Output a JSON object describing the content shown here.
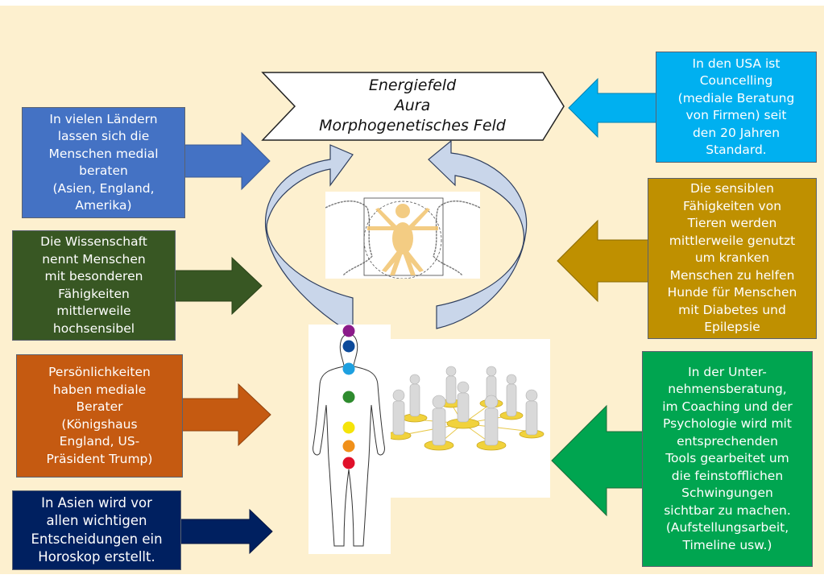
{
  "center": {
    "lines": [
      "Energiefeld",
      "Aura",
      "Morphogenetisches Feld"
    ],
    "fill": "#ffffff"
  },
  "left_boxes": [
    {
      "id": "countries",
      "text": "In vielen Ländern\nlassen sich die\nMenschen medial\nberaten\n(Asien, England,\nAmerika)",
      "color": "#4472c4",
      "direction": "right"
    },
    {
      "id": "science",
      "text": "Die Wissenschaft\nnennt Menschen\nmit besonderen\nFähigkeiten\nmittlerweile\nhochsensibel",
      "color": "#385723",
      "direction": "right"
    },
    {
      "id": "personalities",
      "text": "Persönlichkeiten\nhaben mediale\nBerater\n(Königshaus\nEngland, US-\nPräsident Trump)",
      "color": "#c55a11",
      "direction": "right"
    },
    {
      "id": "asia",
      "text": "In Asien wird vor\nallen wichtigen\nEntscheidungen ein\nHoroskop erstellt.",
      "color": "#002060",
      "direction": "right"
    }
  ],
  "right_boxes": [
    {
      "id": "usa",
      "text": "In den USA ist\nCouncelling\n(mediale Beratung\nvon Firmen) seit\nden 20 Jahren\nStandard.",
      "color": "#00b0f0",
      "direction": "left"
    },
    {
      "id": "animals",
      "text": "Die sensiblen\nFähigkeiten von\nTieren werden\nmittlerweile genutzt\num kranken\nMenschen zu helfen\nHunde für Menschen\nmit Diabetes und\nEpilepsie",
      "color": "#bf9000",
      "direction": "left"
    },
    {
      "id": "business",
      "text": "In der Unter-\nnehmensberatung,\nim Coaching und der\nPsychologie wird mit\nentsprechenden\nTools gearbeitet um\ndie feinstofflichen\nSchwingungen\nsichtbar zu machen.\n(Aufstellungsarbeit,\nTimeline usw.)",
      "color": "#00a550",
      "direction": "left"
    }
  ],
  "cycle_arrows": {
    "fill": "#c9d6ea",
    "stroke": "#2f3f5f"
  },
  "images": {
    "vitruvian": "vitruvian-figure-with-heads",
    "body": "human-body-chakras",
    "network": "people-network"
  },
  "chakra_colors": [
    "#8b1a89",
    "#0d4a9a",
    "#1ea0e0",
    "#2e8b2e",
    "#f5e40a",
    "#f0901a",
    "#e0102a"
  ]
}
